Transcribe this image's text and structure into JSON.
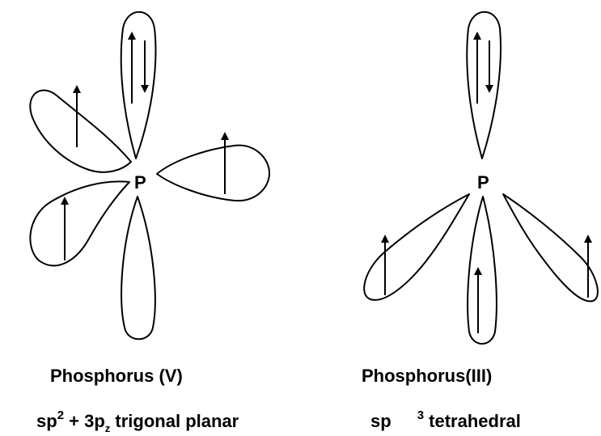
{
  "left_molecule": {
    "atom": "P",
    "name": "Phosphorus (V)",
    "hybrid_base": "sp",
    "hybrid_sup": "2",
    "hybrid_plus": "+ 3p",
    "hybrid_sub": "z",
    "geometry": "trigonal planar"
  },
  "right_molecule": {
    "atom": "P",
    "name": "Phosphorus(III)",
    "hybrid_base": "sp",
    "hybrid_sup": "3",
    "geometry": "tetrahedral"
  }
}
